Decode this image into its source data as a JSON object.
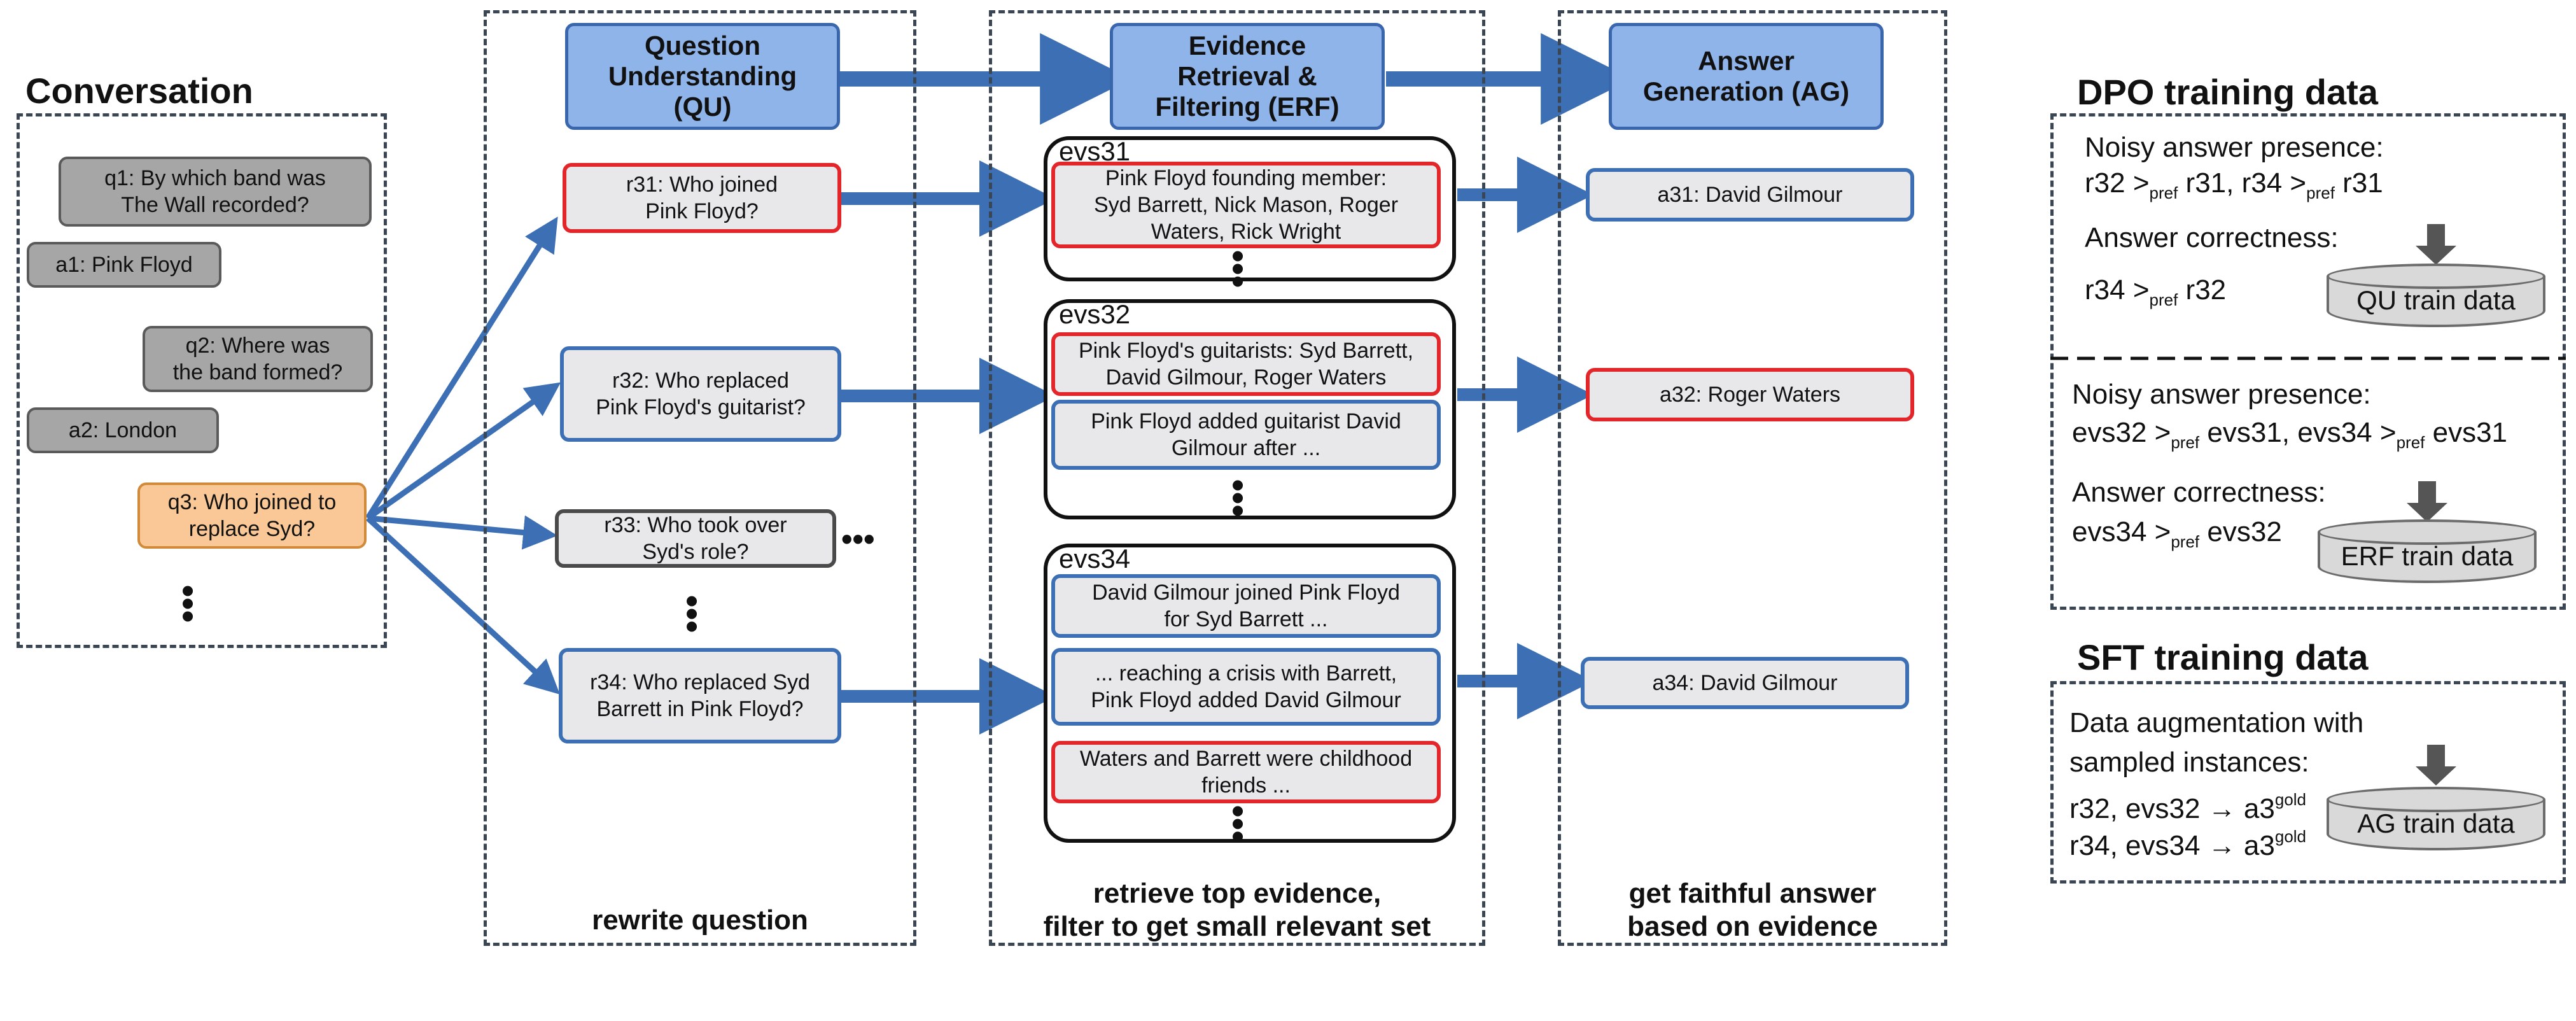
{
  "conversation": {
    "title": "Conversation",
    "q1": "q1: By which band was\nThe Wall recorded?",
    "a1": "a1: Pink Floyd",
    "q2": "q2: Where was\nthe band formed?",
    "a2": "a2: London",
    "q3": "q3: Who joined to\nreplace Syd?"
  },
  "qu": {
    "title": "Question\nUnderstanding\n(QU)",
    "r31": "r31: Who joined\nPink Floyd?",
    "r32": "r32: Who replaced\nPink Floyd's guitarist?",
    "r33": "r33: Who took over\nSyd's role?",
    "r34": "r34: Who replaced Syd\nBarrett in Pink Floyd?",
    "caption": "rewrite question",
    "ellipsis": "•••"
  },
  "erf": {
    "title": "Evidence\nRetrieval &\nFiltering (ERF)",
    "evs31_label": "evs31",
    "evs31_e1": "Pink Floyd founding member:\nSyd Barrett, Nick Mason, Roger\nWaters, Rick Wright",
    "evs32_label": "evs32",
    "evs32_e1": "Pink Floyd's guitarists: Syd Barrett,\nDavid Gilmour, Roger Waters",
    "evs32_e2": "Pink Floyd added guitarist David\nGilmour after ...",
    "evs34_label": "evs34",
    "evs34_e1": "David Gilmour joined Pink Floyd\nfor Syd Barrett ...",
    "evs34_e2": "... reaching a crisis with Barrett,\nPink Floyd added David Gilmour",
    "evs34_e3": "Waters and Barrett were childhood\nfriends ...",
    "caption": "retrieve top evidence,\nfilter to get small relevant set"
  },
  "ag": {
    "title": "Answer\nGeneration (AG)",
    "a31": "a31: David Gilmour",
    "a32": "a32: Roger Waters",
    "a34": "a34: David Gilmour",
    "caption": "get faithful answer\nbased on evidence"
  },
  "dpo": {
    "title": "DPO training data",
    "noisy1": "Noisy answer presence:",
    "noisy1_line": "r32 >pref r31, r34 >pref r31",
    "correct1": "Answer correctness:",
    "correct1_line": "r34 >pref r32",
    "qu_data": "QU train data",
    "noisy2": "Noisy answer presence:",
    "noisy2_line": "evs32 >pref evs31, evs34 >pref evs31",
    "correct2": "Answer correctness:",
    "correct2_line": "evs34 >pref evs32",
    "erf_data": "ERF train data",
    "pref": "pref"
  },
  "sft": {
    "title": "SFT training data",
    "line1": "Data augmentation with",
    "line2": "sampled instances:",
    "line3a": "r32, evs32 → a3",
    "line4a": "r34, evs34 → a3",
    "gold": "gold",
    "ag_data": "AG train data"
  },
  "colors": {
    "stage_fill": "#8fb4ea",
    "arrow": "#3d6fb5",
    "red_border": "#e2262a",
    "blue_border": "#3d6fb5",
    "orange_fill": "#fac896"
  }
}
